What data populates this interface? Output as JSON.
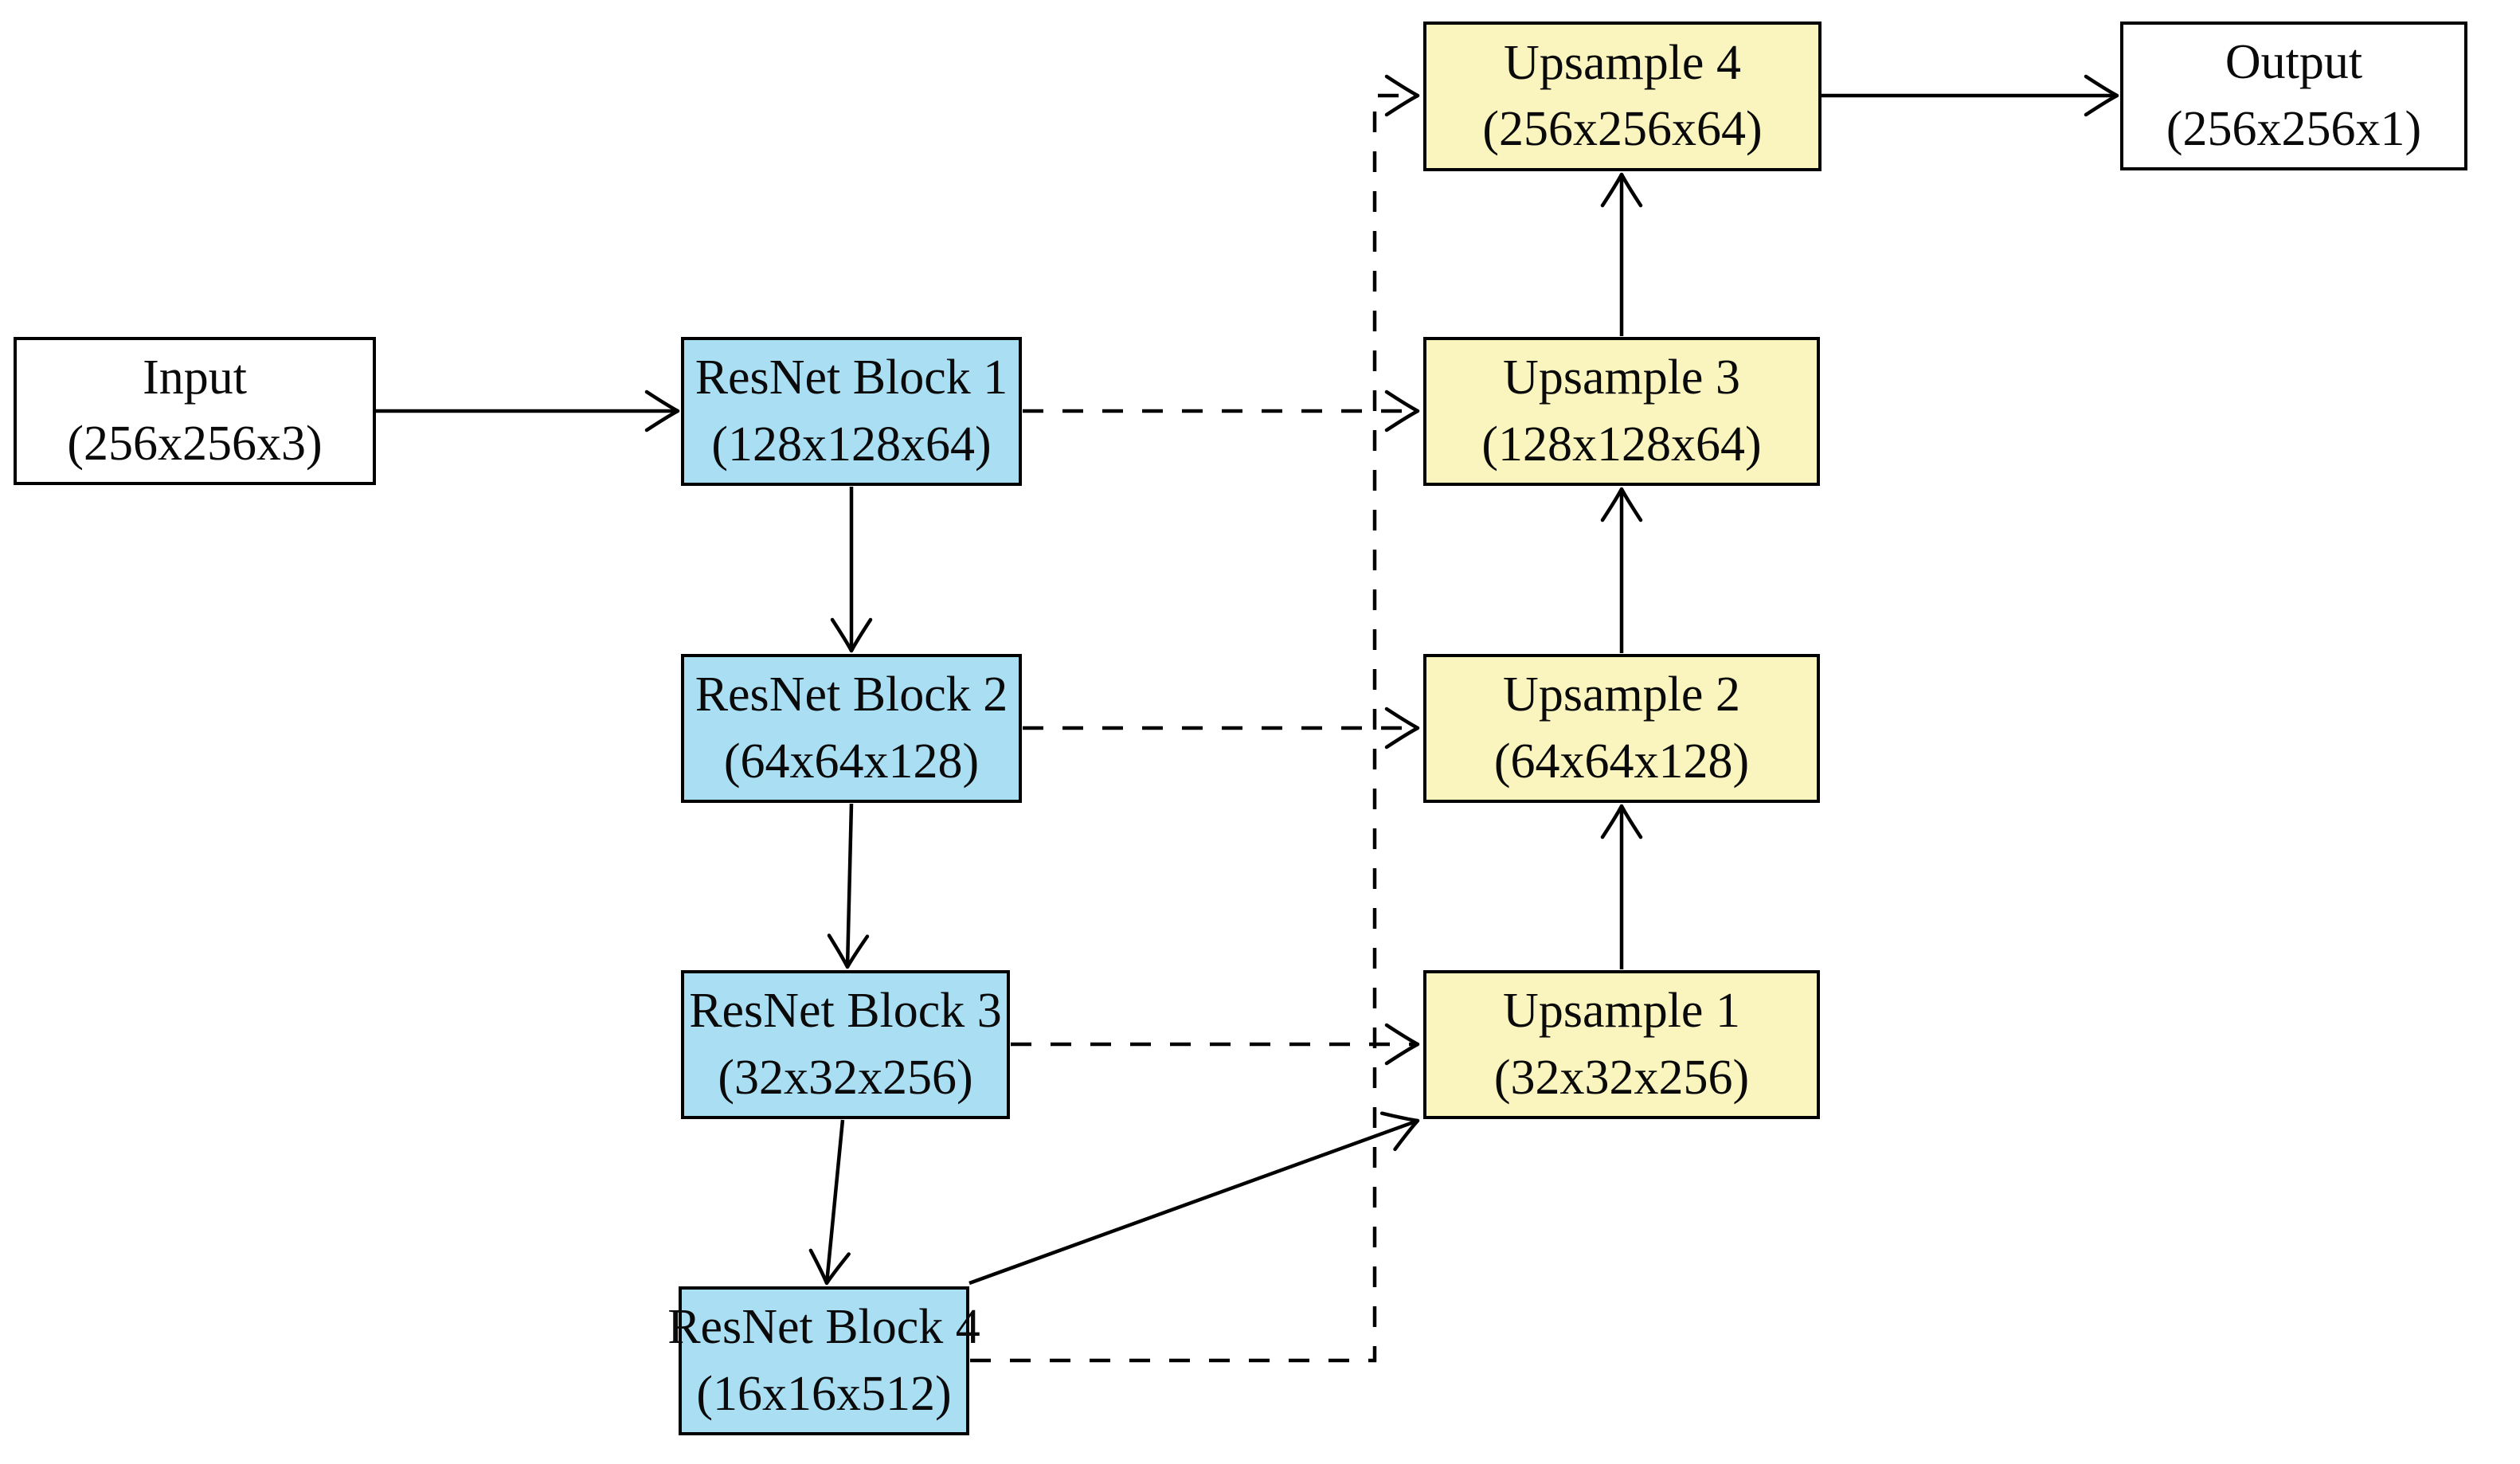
{
  "colors": {
    "encoder-fill": "#A9DEF3",
    "decoder-fill": "#FAF5BE",
    "io-fill": "#FFFFFF",
    "stroke": "#000000"
  },
  "nodes": {
    "input": {
      "label": "Input",
      "dims": "(256x256x3)"
    },
    "resnet1": {
      "label": "ResNet Block 1",
      "dims": "(128x128x64)"
    },
    "resnet2": {
      "label": "ResNet Block 2",
      "dims": "(64x64x128)"
    },
    "resnet3": {
      "label": "ResNet Block 3",
      "dims": "(32x32x256)"
    },
    "resnet4": {
      "label": "ResNet Block 4",
      "dims": "(16x16x512)"
    },
    "upsample1": {
      "label": "Upsample 1",
      "dims": "(32x32x256)"
    },
    "upsample2": {
      "label": "Upsample 2",
      "dims": "(64x64x128)"
    },
    "upsample3": {
      "label": "Upsample 3",
      "dims": "(128x128x64)"
    },
    "upsample4": {
      "label": "Upsample 4",
      "dims": "(256x256x64)"
    },
    "output": {
      "label": "Output",
      "dims": "(256x256x1)"
    }
  },
  "edges": [
    {
      "from": "Input",
      "to": "ResNet Block 1",
      "style": "solid"
    },
    {
      "from": "ResNet Block 1",
      "to": "ResNet Block 2",
      "style": "solid"
    },
    {
      "from": "ResNet Block 2",
      "to": "ResNet Block 3",
      "style": "solid"
    },
    {
      "from": "ResNet Block 3",
      "to": "ResNet Block 4",
      "style": "solid"
    },
    {
      "from": "ResNet Block 4",
      "to": "Upsample 1",
      "style": "solid"
    },
    {
      "from": "Upsample 1",
      "to": "Upsample 2",
      "style": "solid"
    },
    {
      "from": "Upsample 2",
      "to": "Upsample 3",
      "style": "solid"
    },
    {
      "from": "Upsample 3",
      "to": "Upsample 4",
      "style": "solid"
    },
    {
      "from": "Upsample 4",
      "to": "Output",
      "style": "solid"
    },
    {
      "from": "ResNet Block 1",
      "to": "Upsample 3",
      "style": "dashed"
    },
    {
      "from": "ResNet Block 2",
      "to": "Upsample 2",
      "style": "dashed"
    },
    {
      "from": "ResNet Block 3",
      "to": "Upsample 1",
      "style": "dashed"
    },
    {
      "from": "ResNet Block 4",
      "to": "Upsample 4",
      "style": "dashed"
    }
  ]
}
